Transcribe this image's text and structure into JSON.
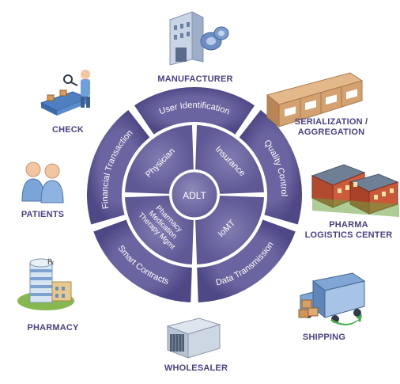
{
  "center": {
    "label": "ADLT"
  },
  "inner_ring": [
    {
      "key": "physician",
      "label": "Physician"
    },
    {
      "key": "insurance",
      "label": "Insurance"
    },
    {
      "key": "iomt",
      "label": "IoMT"
    },
    {
      "key": "pharmacy_mtm",
      "lines": [
        "Pharmacy",
        "Medication",
        "Therapy Mgmt"
      ]
    }
  ],
  "outer_ring": [
    {
      "key": "user_identification",
      "label": "User Identification"
    },
    {
      "key": "quality_control",
      "label": "Quality Control"
    },
    {
      "key": "data_transmission",
      "label": "Data Transmission"
    },
    {
      "key": "smart_contracts",
      "label": "Smart Contracts"
    },
    {
      "key": "financial_transaction",
      "label": "Financial Transaction"
    }
  ],
  "nodes": [
    {
      "key": "manufacturer",
      "lines": [
        "MANUFACTURER"
      ],
      "icon": "factory-building-icon"
    },
    {
      "key": "serialization",
      "lines": [
        "SERIALIZATION /",
        "AGGREGATION"
      ],
      "icon": "barcode-boxes-icon"
    },
    {
      "key": "pharma_logistics",
      "lines": [
        "PHARMA",
        "LOGISTICS CENTER"
      ],
      "icon": "warehouse-icon"
    },
    {
      "key": "shipping",
      "lines": [
        "SHIPPING"
      ],
      "icon": "delivery-truck-icon"
    },
    {
      "key": "wholesaler",
      "lines": [
        "WHOLESALER"
      ],
      "icon": "warehouse-gate-icon"
    },
    {
      "key": "pharmacy",
      "lines": [
        "PHARMACY"
      ],
      "icon": "pharmacy-building-icon"
    },
    {
      "key": "patients",
      "lines": [
        "PATIENTS"
      ],
      "icon": "people-icon"
    },
    {
      "key": "check",
      "lines": [
        "CHECK"
      ],
      "icon": "inspection-conveyor-icon"
    }
  ],
  "colors": {
    "ring_fill": "#5c5691",
    "ring_fill_light": "#6b67a0",
    "center_fill": "#7470a6",
    "gap": "#ffffff",
    "label": "#4b3f86"
  }
}
